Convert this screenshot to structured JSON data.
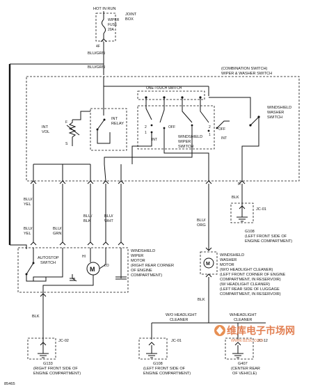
{
  "labels": {
    "hot_in_run": "HOT IN RUN",
    "joint_box": [
      "JOINT",
      "BOX"
    ],
    "wiper_fuse": [
      "WIPER",
      "FUSE",
      "20A"
    ],
    "pin_4f": "4F",
    "blu_grn_1": "BLU/GRN",
    "blu_grn_2": "BLU/GRN",
    "combination_switch": [
      "(COMBINATION SWITCH)",
      "WIPER & WASHER SWITCH"
    ],
    "one_touch_switch": "ONE-TOUCH SWITCH",
    "windshield_washer_switch": [
      "WINDSHIELD",
      "WASHER",
      "SWITCH"
    ],
    "int_vol": [
      "INT",
      "VOL"
    ],
    "int_relay": [
      "INT",
      "RELAY"
    ],
    "windshield_wiper_switch": [
      "WINDSHIELD",
      "WIPER",
      "SWITCH"
    ],
    "pos_f": "F",
    "pos_s": "S",
    "pos_2_left": "2",
    "pos_1_left": "1",
    "pos_off_left": "OFF",
    "pos_int_left": "INT",
    "pos_2_right": "2",
    "pos_1_right": "1",
    "pos_off_right": "OFF",
    "pos_int_right": "INT",
    "wire_r": "R",
    "wire_blu_yel_1": [
      "BLU/",
      "YEL"
    ],
    "wire_blu_blk": [
      "BLU/",
      "BLK"
    ],
    "wire_blu_wht": [
      "BLU/",
      "WHT"
    ],
    "wire_blu_yel_2": [
      "BLU/",
      "YEL"
    ],
    "wire_blu_grn_3": [
      "BLU/",
      "GRN"
    ],
    "wire_blk_top_right": "BLK",
    "jc01_top": "JC-01",
    "g108_top": [
      "G108",
      "(LEFT FRONT SIDE OF",
      "ENGINE COMPARTMENT)"
    ],
    "wire_blu_org": [
      "BLU/",
      "ORG"
    ],
    "autostop_switch": [
      "AUTOSTOP",
      "SWITCH"
    ],
    "windshield_wiper_motor": [
      "WINDSHIELD",
      "WIPER",
      "MOTOR",
      "(RIGHT REAR CORNER",
      "OF ENGINE",
      "COMPARTMENT)"
    ],
    "motor_hi": "HI",
    "motor_lo": "LO",
    "windshield_washer_motor": [
      "WINDSHIELD",
      "WASHER",
      "MOTOR",
      "(W/O HEADLIGHT CLEANER)",
      "(LEFT FRONT CORNER OF ENGINE",
      "COMPARTMENT, IN RESERVOIR)",
      "(W/ HEADLIGHT CLEANER)",
      "(LEFT REAR SIDE OF LUGGAGE",
      "COMPARTMENT, IN RESERVOIR)"
    ],
    "wire_blk_left": "BLK",
    "wire_blk_center": "BLK",
    "wo_headlight_cleaner": [
      "W/O HEADLIGHT",
      "CLEANER"
    ],
    "w_headlight_cleaner": [
      "W/HEADLIGHT",
      "CLEANER"
    ],
    "jc02": "JC-02",
    "jc01_bottom": "JC-01",
    "jc12": "JC-12",
    "g133": [
      "G133",
      "(RIGHT FRONT SIDE OF",
      "ENGINE COMPARTMENT)"
    ],
    "g108_bottom": [
      "G108",
      "(LEFT FRONT SIDE OF",
      "ENGINE COMPARTMENT)"
    ],
    "g407": [
      "G407",
      "(CENTER REAR",
      "OF VEHICLE)"
    ],
    "figure_id": "85465",
    "watermark": "维库电子市场网",
    "watermark_sub": "www.dzsc.com"
  }
}
